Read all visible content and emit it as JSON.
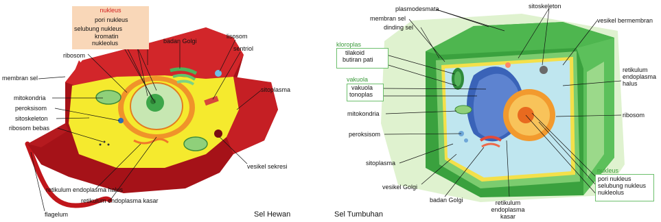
{
  "animal": {
    "title": "Sel Hewan",
    "nucleus_heading": "nukleus",
    "labels": {
      "pori_nukleus": "pori nukleus",
      "selubung_nukleus": "selubung nukleus",
      "kromatin": "kromatin",
      "nukleolus": "nukleolus",
      "badan_golgi": "badan Golgi",
      "lisosom": "lisosom",
      "sentriol": "sentriol",
      "sitoplasma": "sitoplasma",
      "ribosom": "ribosom",
      "membran_sel": "membran sel",
      "mitokondria": "mitokondria",
      "peroksisom": "peroksisom",
      "sitoskeleton": "sitoskeleton",
      "ribosom_bebas": "ribosom bebas",
      "vesikel_sekresi": "vesikel sekresi",
      "re_halus": "retikulum endoplasma halus",
      "re_kasar": "retikulum endoplasma kasar",
      "flagelum": "flagelum"
    }
  },
  "plant": {
    "title": "Sel Tumbuhan",
    "kloroplas_heading": "kloroplas",
    "vakuola_heading": "vakuola",
    "nukleus_heading": "nukleus",
    "labels": {
      "plasmodesmata": "plasmodesmata",
      "membran_sel": "membran sel",
      "dinding_sel": "dinding sel",
      "tilakoid": "tilakoid",
      "butiran_pati": "butiran pati",
      "vakuola": "vakuola",
      "tonoplas": "tonoplas",
      "mitokondria": "mitokondria",
      "peroksisom": "peroksisom",
      "sitoplasma": "sitoplasma",
      "vesikel_golgi": "vesikel Golgi",
      "badan_golgi": "badan Golgi",
      "re_line1": "retikulum",
      "re_line2": "endoplasma",
      "re_line3": "kasar",
      "sitoskeleton": "sitoskeleton",
      "vesikel_bermembran": "vesikel bermembran",
      "reh_line1": "retikulum",
      "reh_line2": "endoplasma",
      "reh_line3": "halus",
      "ribosom": "ribosom",
      "pori_nukleus": "pori nukleus",
      "selubung_nukleus": "selubung nukleus",
      "nukleolus": "nukleolus"
    }
  }
}
